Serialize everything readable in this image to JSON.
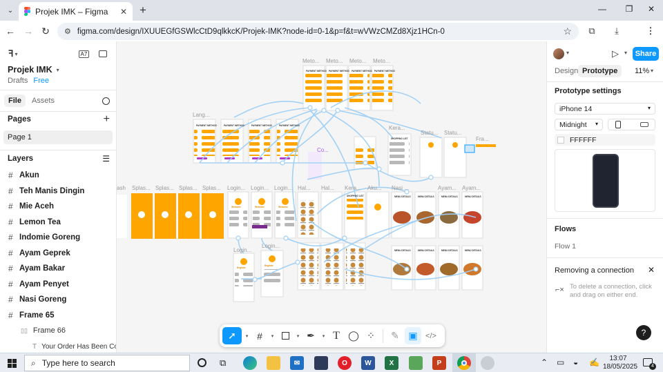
{
  "browser": {
    "tab_title": "Projek IMK – Figma",
    "url": "figma.com/design/IXUUEGfGSWlcCtD9qlkkcK/Projek-IMK?node-id=0-1&p=f&t=wVWzCMZd8Xjz1HCn-0"
  },
  "left_panel": {
    "file_name": "Projek IMK",
    "drafts_label": "Drafts",
    "plan_label": "Free",
    "tab_file": "File",
    "tab_assets": "Assets",
    "pages_heading": "Pages",
    "page_1": "Page 1",
    "layers_heading": "Layers",
    "layers": [
      "Akun",
      "Teh Manis Dingin",
      "Mie Aceh",
      "Lemon Tea",
      "Indomie Goreng",
      "Ayam Geprek",
      "Ayam Bakar",
      "Ayam Penyet",
      "Nasi Goreng",
      "Frame 65"
    ],
    "sub_frame": "Frame 66",
    "sub_text": "Your Order Has Been Complete"
  },
  "canvas": {
    "frame_labels": {
      "metode": "Meto...",
      "lang": "Lang...",
      "kera": "Kera...",
      "statu": "Statu...",
      "fra": "Fra...",
      "co": "Co...",
      "ash": "ash",
      "splas": "Splas...",
      "login": "Login...",
      "hal": "Hal...",
      "aku": "Aku...",
      "nasi": "Nasi ...",
      "ayam": "Ayam...",
      "menu_details": "MENU DETAILS",
      "payment_method": "PAYMENT METHOD",
      "shopping_list": "SHOPPING LIST",
      "welcome": "Welcome",
      "register": "Register"
    }
  },
  "right_panel": {
    "tab_design": "Design",
    "tab_prototype": "Prototype",
    "zoom": "11%",
    "share": "Share",
    "settings_heading": "Prototype settings",
    "device": "iPhone 14",
    "device_model": "Midnight",
    "bg_color": "FFFFFF",
    "flows_heading": "Flows",
    "flow_1": "Flow 1",
    "hint_heading": "Removing a connection",
    "hint_text": "To delete a connection, click and drag on either end."
  },
  "taskbar": {
    "search_placeholder": "Type here to search",
    "time": "13:07",
    "date": "18/05/2025",
    "notification_count": "4"
  },
  "colors": {
    "figma_blue": "#0d99ff",
    "accent_orange": "#ffa500",
    "connector": "#9fd0f5"
  }
}
